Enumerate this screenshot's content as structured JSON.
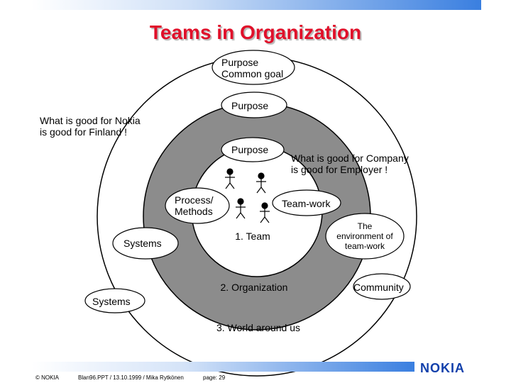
{
  "title": "Teams in Organization",
  "labels": {
    "purpose_common_goal_line1": "Purpose",
    "purpose_common_goal_line2": "Common goal",
    "purpose_mid": "Purpose",
    "purpose_inner": "Purpose",
    "nokia_finland_line1": "What is good for Nokia",
    "nokia_finland_line2": "is good for Finland !",
    "company_employer_line1": "What is good for Company",
    "company_employer_line2": "is good for Employer !",
    "process_methods_line1": "Process/",
    "process_methods_line2": "Methods",
    "team_work": "Team-work",
    "environment_line1": "The",
    "environment_line2": "environment of",
    "environment_line3": "team-work",
    "systems_inner": "Systems",
    "systems_outer": "Systems",
    "community": "Community",
    "team": "1. Team",
    "organization": "2. Organization",
    "world": "3. World around us"
  },
  "footer": {
    "copyright": "© NOKIA",
    "file_info": "Blan96.PPT / 13.10.1999 / Mika Rytkönen",
    "page": "page: 29",
    "logo": "NOKIA"
  },
  "colors": {
    "title": "#e0102a",
    "organization_ring": "#8c8c8c",
    "logo": "#1240ab",
    "accent_bar": "#3a7fe0"
  }
}
